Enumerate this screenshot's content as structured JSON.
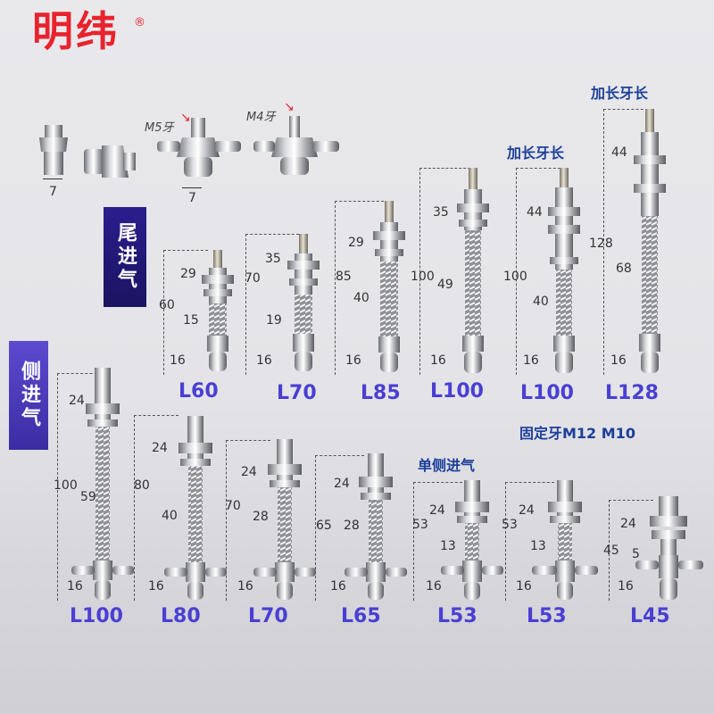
{
  "brand": {
    "name": "明纬",
    "reg": "®"
  },
  "badges": {
    "tail_inlet": "尾进气",
    "side_inlet": "侧进气"
  },
  "notes": {
    "ext_thread_1": "加长牙长",
    "ext_thread_2": "加长牙长",
    "fixed_thread": "固定牙M12 M10",
    "single_side": "单侧进气",
    "m5": "M5牙",
    "m4": "M4牙"
  },
  "top_parts": {
    "d1": "7",
    "d2": "7"
  },
  "row1": [
    {
      "label": "L60",
      "dims": [
        "29",
        "60",
        "15",
        "16"
      ]
    },
    {
      "label": "L70",
      "dims": [
        "35",
        "70",
        "19",
        "16"
      ]
    },
    {
      "label": "L85",
      "dims": [
        "29",
        "85",
        "40",
        "16"
      ]
    },
    {
      "label": "L100",
      "dims": [
        "35",
        "100",
        "49",
        "16"
      ]
    },
    {
      "label": "L100",
      "dims": [
        "44",
        "100",
        "40",
        "16"
      ]
    },
    {
      "label": "L128",
      "dims": [
        "44",
        "128",
        "68",
        "16"
      ]
    }
  ],
  "row2": [
    {
      "label": "L100",
      "dims": [
        "24",
        "100",
        "59",
        "16"
      ]
    },
    {
      "label": "L80",
      "dims": [
        "24",
        "80",
        "40",
        "16"
      ]
    },
    {
      "label": "L70",
      "dims": [
        "24",
        "70",
        "28",
        "16"
      ]
    },
    {
      "label": "L65",
      "dims": [
        "24",
        "65",
        "28",
        "16"
      ]
    },
    {
      "label": "L53",
      "dims": [
        "24",
        "53",
        "13",
        "16"
      ]
    },
    {
      "label": "L53",
      "dims": [
        "24",
        "53",
        "13",
        "16"
      ]
    },
    {
      "label": "L45",
      "dims": [
        "24",
        "45",
        "5",
        "16"
      ]
    }
  ]
}
